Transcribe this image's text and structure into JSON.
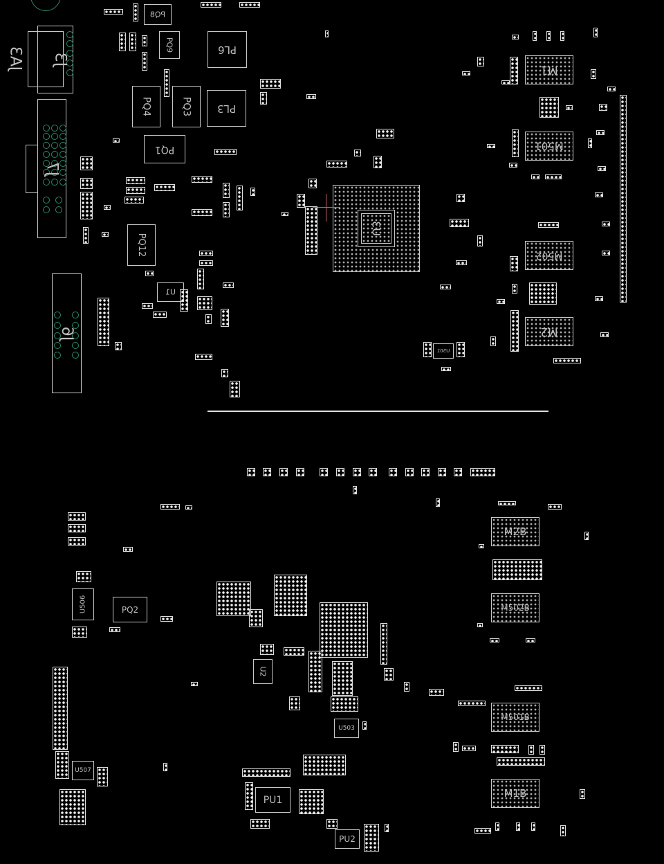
{
  "board_view": {
    "colors": {
      "background": "#000000",
      "outline": "#c8c8c8",
      "pin_green": "#2a8a6a",
      "crosshair": "#c06070"
    },
    "components": {
      "J3": "J3",
      "JA3": "JA3",
      "J7": "J7",
      "J6": "J6",
      "PQ8": "PQ8",
      "PQ9": "PQ9",
      "PL6": "PL6",
      "PQ4": "PQ4",
      "PQ3": "PQ3",
      "PL3": "PL3",
      "PQ1": "PQ1",
      "PQ12": "PQ12",
      "U1": "U1",
      "U3": "U3",
      "M1": "M1",
      "M501": "M501",
      "M502": "M502",
      "M2": "M2",
      "U501": "U501",
      "M2B": "M2B",
      "M502B": "M502B",
      "M501B": "M501B",
      "M1B": "M1B",
      "U506": "U506",
      "PQ2": "PQ2",
      "U2": "U2",
      "U503": "U503",
      "U507": "U507",
      "PU1": "PU1",
      "PU2": "PU2"
    }
  }
}
